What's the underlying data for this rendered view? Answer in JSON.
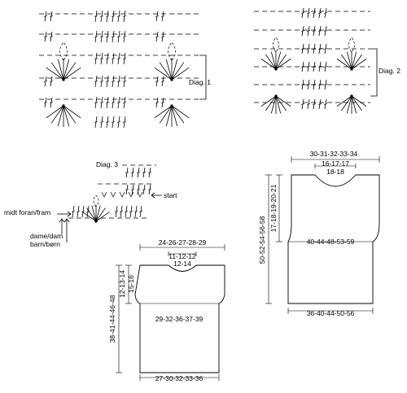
{
  "diagram1": {
    "label": "Diag. 1"
  },
  "diagram2": {
    "label": "Diag. 2"
  },
  "diagram3": {
    "label": "Diag. 3",
    "start_label": "start",
    "center_front_label": "midt foran/fram",
    "size_ladies_label": "dame/dam",
    "size_children_label": "barn/børn"
  },
  "small_piece": {
    "top_width": "24-26-27-28-29",
    "neck_width_line1": "11-12-12",
    "neck_width_line2": "12-14",
    "armhole_height_line1": "12-13-14",
    "armhole_height_line2": "15-16",
    "total_height": "38-41-44-46-48",
    "chest_width": "29-32-36-37-39",
    "bottom_width": "27-30-32-33-36"
  },
  "large_piece": {
    "top_width": "30-31-32-33-34",
    "neck_width_line1": "16-17-17",
    "neck_width_line2": "18-18",
    "armhole_height": "17-18-19-20-21",
    "total_height": "50-52-54-56-58",
    "chest_width": "40-44-48-53-59",
    "bottom_width": "36-40-44-50-56"
  }
}
